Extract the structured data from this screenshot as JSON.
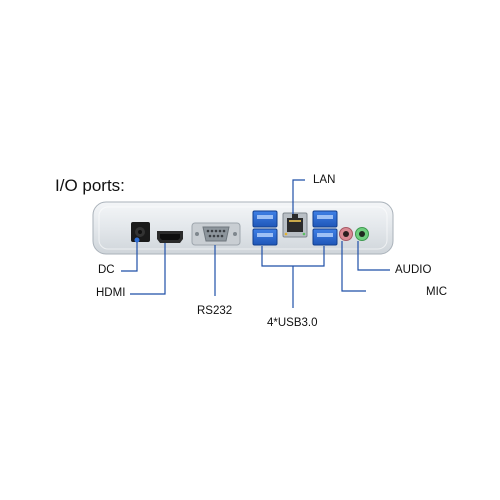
{
  "heading": "I/O ports:",
  "labels": {
    "lan": "LAN",
    "dc": "DC",
    "hdmi": "HDMI",
    "rs232": "RS232",
    "usb": "4*USB3.0",
    "audio": "AUDIO",
    "mic": "MIC"
  },
  "colors": {
    "chassis": "#e8ebee",
    "usb_port": "#2f6fd6",
    "leader_line": "#1f4fa8",
    "mic_jack": "#d98a94",
    "audio_jack": "#6fcf7f"
  }
}
